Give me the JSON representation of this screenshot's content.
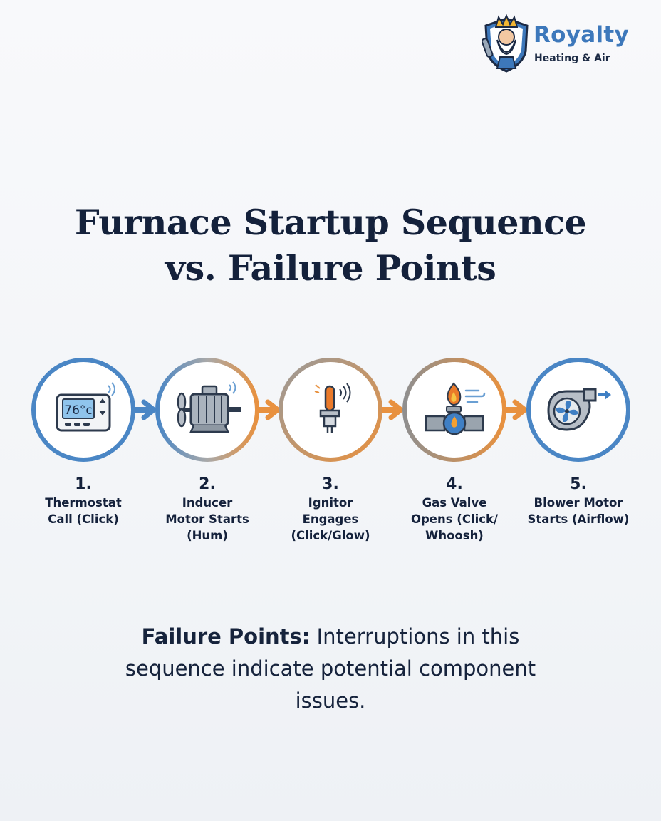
{
  "brand": {
    "name": "Royalty",
    "tagline": "Heating & Air"
  },
  "title": {
    "line1": "Furnace Startup Sequence",
    "line2": "vs. Failure Points"
  },
  "thermostat_display": "76°c",
  "steps": [
    {
      "number": "1.",
      "label": "Thermostat\nCall (Click)",
      "icon": "thermostat-icon"
    },
    {
      "number": "2.",
      "label": "Inducer\nMotor Starts\n(Hum)",
      "icon": "inducer-motor-icon"
    },
    {
      "number": "3.",
      "label": "Ignitor\nEngages\n(Click/Glow)",
      "icon": "ignitor-icon"
    },
    {
      "number": "4.",
      "label": "Gas Valve\nOpens (Click/\nWhoosh)",
      "icon": "gas-valve-icon"
    },
    {
      "number": "5.",
      "label": "Blower Motor\nStarts (Airflow)",
      "icon": "blower-motor-icon"
    }
  ],
  "note": {
    "lead": "Failure Points:",
    "text": "Interruptions in this sequence indicate potential component issues."
  },
  "colors": {
    "blue": "#4a86c5",
    "orange": "#e8913f",
    "gray": "#9a9a9a",
    "navy": "#14213b"
  }
}
